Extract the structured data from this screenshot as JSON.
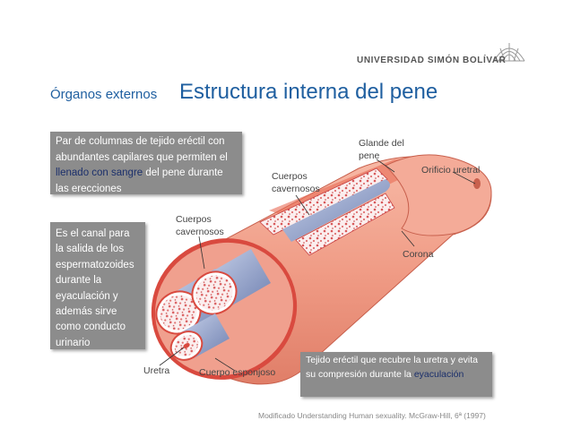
{
  "header": {
    "logo_text": "UNIVERSIDAD SIMÓN BOLÍVAR",
    "section_label": "Órganos externos",
    "title": "Estructura interna del pene"
  },
  "boxes": {
    "cavernosos_desc": {
      "before": "Par de columnas de tejido eréctil con abundantes capilares que permiten el ",
      "highlight": "llenado con sangre",
      "after": " del pene  durante las erecciones"
    },
    "uretra_desc": "Es el canal para la salida de los espermatozoides durante la eyaculación y además sirve como conducto urinario",
    "esponjoso_desc": {
      "before": "Tejido eréctil que recubre la uretra y evita su compresión durante la ",
      "highlight": "eyaculación"
    }
  },
  "labels": {
    "glande": "Glande del pene",
    "orificio": "Orificio uretral",
    "cuerpos_cavernosos_top": "Cuerpos cavernosos",
    "cuerpos_cavernosos_left": "Cuerpos cavernosos",
    "corona": "Corona",
    "uretra": "Uretra",
    "cuerpo_esponjoso": "Cuerpo esponjoso"
  },
  "credit": "Modificado Understanding Human sexuality. McGraw-Hill, 6ª (1997)",
  "colors": {
    "title_blue": "#1f5fa0",
    "box_gray": "#8c8c8c",
    "skin": "#f0a08e",
    "tissue_red": "#d94a3f",
    "urethra_blue": "#9aa9cc"
  }
}
